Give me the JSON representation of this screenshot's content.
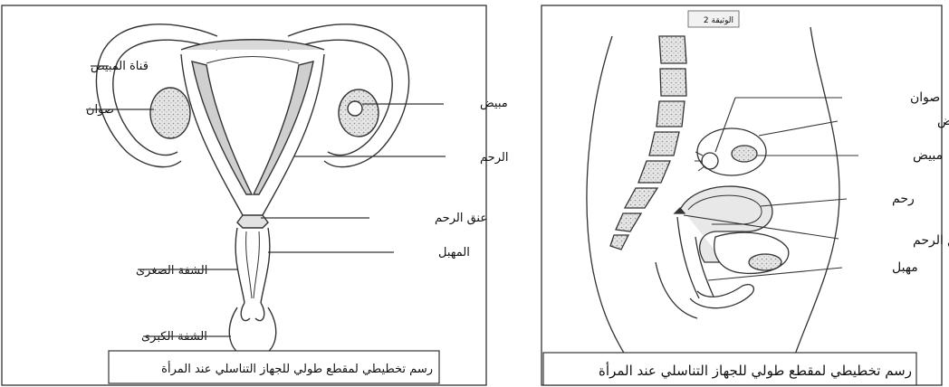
{
  "left_diagram": {
    "labels": {
      "oviduct": "قناة المبيض",
      "follicle": "صوان",
      "ovary": "مبيض",
      "uterus": "الرحم",
      "cervix": "عنق الرحم",
      "vagina": "المهبل",
      "labia_minora": "الشفة الصغرى",
      "labia_majora": "الشفة الكبرى"
    },
    "caption": "رسم تخطيطي لمقطع طولي للجهاز التناسلي عند المرأة"
  },
  "right_diagram": {
    "doc_tag": "الوثيقة 2",
    "labels": {
      "follicle": "صوان",
      "oviduct": "قناة المبيض",
      "ovary": "مبيض",
      "uterus": "رحم",
      "cervix": "عنق الرحم",
      "vagina": "مهبل"
    },
    "caption": "رسم تخطيطي لمقطع طولي للجهاز التناسلي عند المرأة"
  },
  "colors": {
    "line": "#333333",
    "tissue": "#d9d9d9",
    "speckle": "#bdbdbd"
  }
}
